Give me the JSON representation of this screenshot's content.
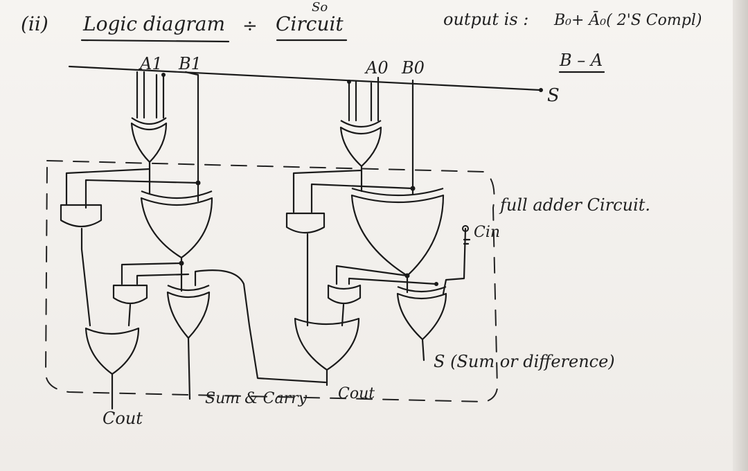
{
  "header": {
    "section": "(ii)",
    "title": "Logic diagram",
    "separator": "÷",
    "title2": "Circuit",
    "top_note": "So",
    "output_label": "output is :",
    "output_expr": "B₀+ Ā₀( 2'S Compl)",
    "output_sub": "B – A"
  },
  "inputs": {
    "a1": "A1",
    "b1": "B1",
    "a0": "A0",
    "b0": "B0",
    "s": "S"
  },
  "labels": {
    "full_adder": "full adder Circuit.",
    "cin": "Cin",
    "sum_diff": "S (Sum or difference)",
    "cout_right": "Cout",
    "sum_carry": "Sum & Carry",
    "cout_left": "Cout"
  }
}
